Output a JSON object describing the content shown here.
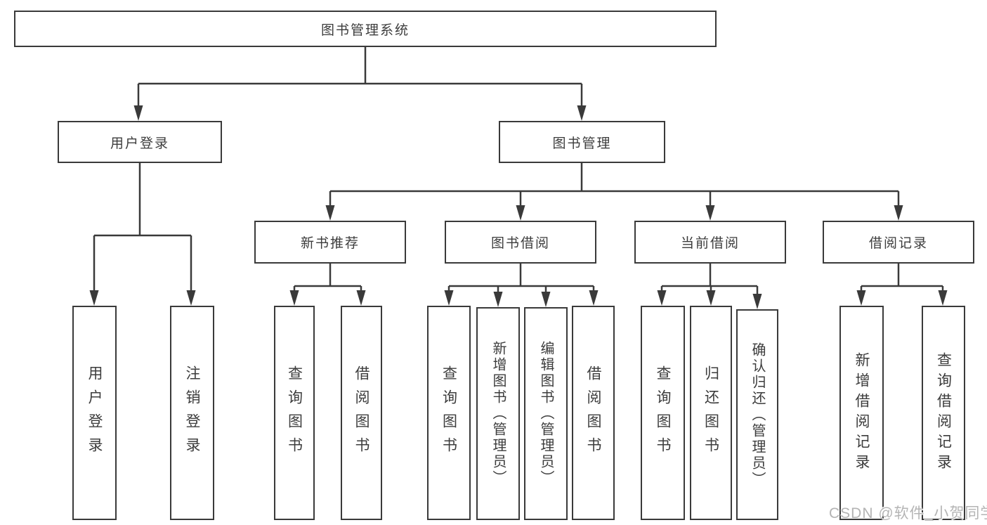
{
  "diagram": {
    "title": "图书管理系统",
    "branches": [
      {
        "label": "用户登录",
        "children": [
          "用户登录",
          "注销登录"
        ]
      },
      {
        "label": "图书管理",
        "children": [
          {
            "label": "新书推荐",
            "children": [
              "查询图书",
              "借阅图书"
            ]
          },
          {
            "label": "图书借阅",
            "children": [
              "查询图书",
              "新增图书（管理员）",
              "编辑图书（管理员）",
              "借阅图书"
            ]
          },
          {
            "label": "当前借阅",
            "children": [
              "查询图书",
              "归还图书",
              "确认归还（管理员）"
            ]
          },
          {
            "label": "借阅记录",
            "children": [
              "新增借阅记录",
              "查询借阅记录"
            ]
          }
        ]
      }
    ]
  },
  "watermark": {
    "text": "CSDN @软件_小贺同学"
  },
  "colors": {
    "line": "#3a3a3a",
    "box_background": "#ffffff",
    "text": "#3c3c3c",
    "watermark": "#b4b4b4"
  }
}
